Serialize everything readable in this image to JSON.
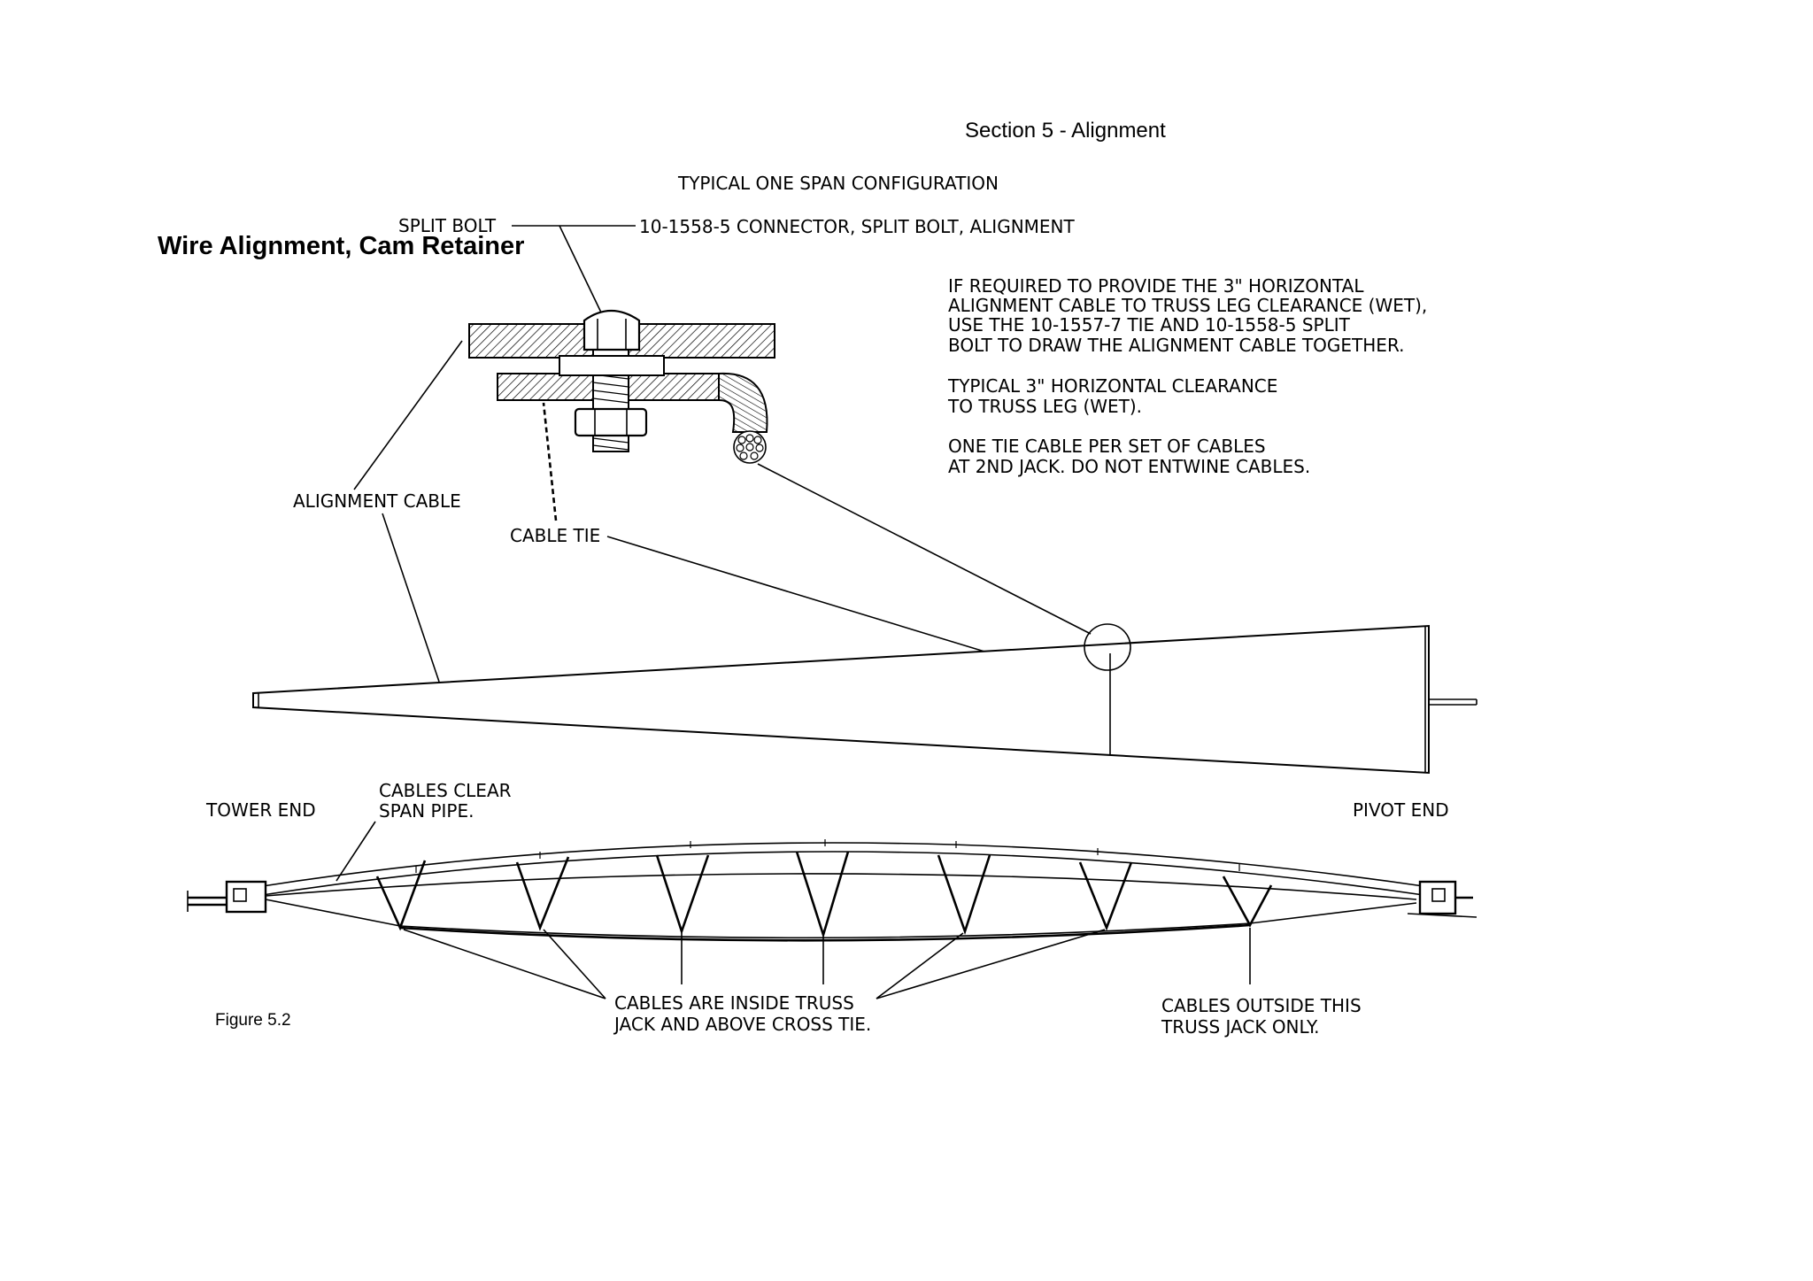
{
  "header": {
    "section": "Section 5 - Alignment"
  },
  "title": "Wire Alignment, Cam Retainer",
  "figure_caption": "Figure 5.2",
  "drawing": {
    "heading": "TYPICAL ONE SPAN CONFIGURATION",
    "split_bolt_label": "SPLIT BOLT",
    "connector_label": "10-1558-5 CONNECTOR, SPLIT BOLT, ALIGNMENT",
    "note1": [
      "IF REQUIRED TO PROVIDE THE 3\" HORIZONTAL",
      "ALIGNMENT CABLE TO TRUSS LEG CLEARANCE (WET),",
      "USE THE 10-1557-7 TIE AND 10-1558-5 SPLIT",
      "BOLT TO DRAW THE ALIGNMENT CABLE TOGETHER."
    ],
    "note2": [
      "TYPICAL 3\" HORIZONTAL CLEARANCE",
      "TO TRUSS LEG (WET)."
    ],
    "note3": [
      "ONE TIE CABLE PER SET OF CABLES",
      "AT 2ND JACK.  DO NOT ENTWINE CABLES."
    ],
    "alignment_cable": "ALIGNMENT CABLE",
    "cable_tie": "CABLE TIE",
    "tower_end": "TOWER END",
    "pivot_end": "PIVOT END",
    "cables_clear": [
      "CABLES CLEAR",
      "SPAN PIPE."
    ],
    "cables_inside": [
      "CABLES ARE INSIDE TRUSS",
      "JACK AND ABOVE CROSS TIE."
    ],
    "cables_outside": [
      "CABLES OUTSIDE THIS",
      "TRUSS JACK ONLY."
    ]
  }
}
